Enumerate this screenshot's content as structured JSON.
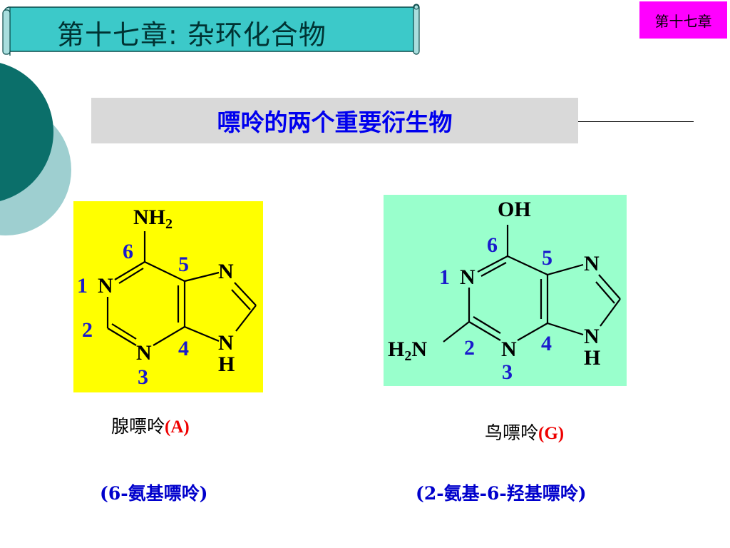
{
  "chapter_title": "第十七章: 杂环化合物",
  "chapter_badge": "第十七章",
  "subtitle": "嘌呤的两个重要衍生物",
  "adenine": {
    "substituent_prefix": "NH",
    "substituent_sub": "2",
    "atoms": {
      "n1": "N",
      "n3": "N",
      "n7": "N",
      "n9": "N",
      "h9": "H"
    },
    "positions": [
      "1",
      "2",
      "3",
      "4",
      "5",
      "6"
    ],
    "name": "腺嘌呤",
    "code": "(A)",
    "systematic_name": "(6-氨基嘌呤)"
  },
  "guanine": {
    "substituent_top": "OH",
    "substituent_left_prefix": "H",
    "substituent_left_sub": "2",
    "substituent_left_suffix": "N",
    "atoms": {
      "n1": "N",
      "n3": "N",
      "n7": "N",
      "n9": "N",
      "h9": "H"
    },
    "positions": [
      "1",
      "2",
      "3",
      "4",
      "5",
      "6"
    ],
    "name": "鸟嘌呤",
    "code": "(G)",
    "systematic_name": "(2-氨基-6-羟基嘌呤)"
  },
  "colors": {
    "teal_dark": "#0b6f6a",
    "teal_light": "#9ecfd0",
    "banner": "#3cc9c9",
    "badge": "#ff00ff",
    "adenine_bg": "#ffff00",
    "guanine_bg": "#99ffcc",
    "position_numbers": "#1a1acc",
    "code": "#ee0000",
    "systematic_name": "#0000cc"
  }
}
